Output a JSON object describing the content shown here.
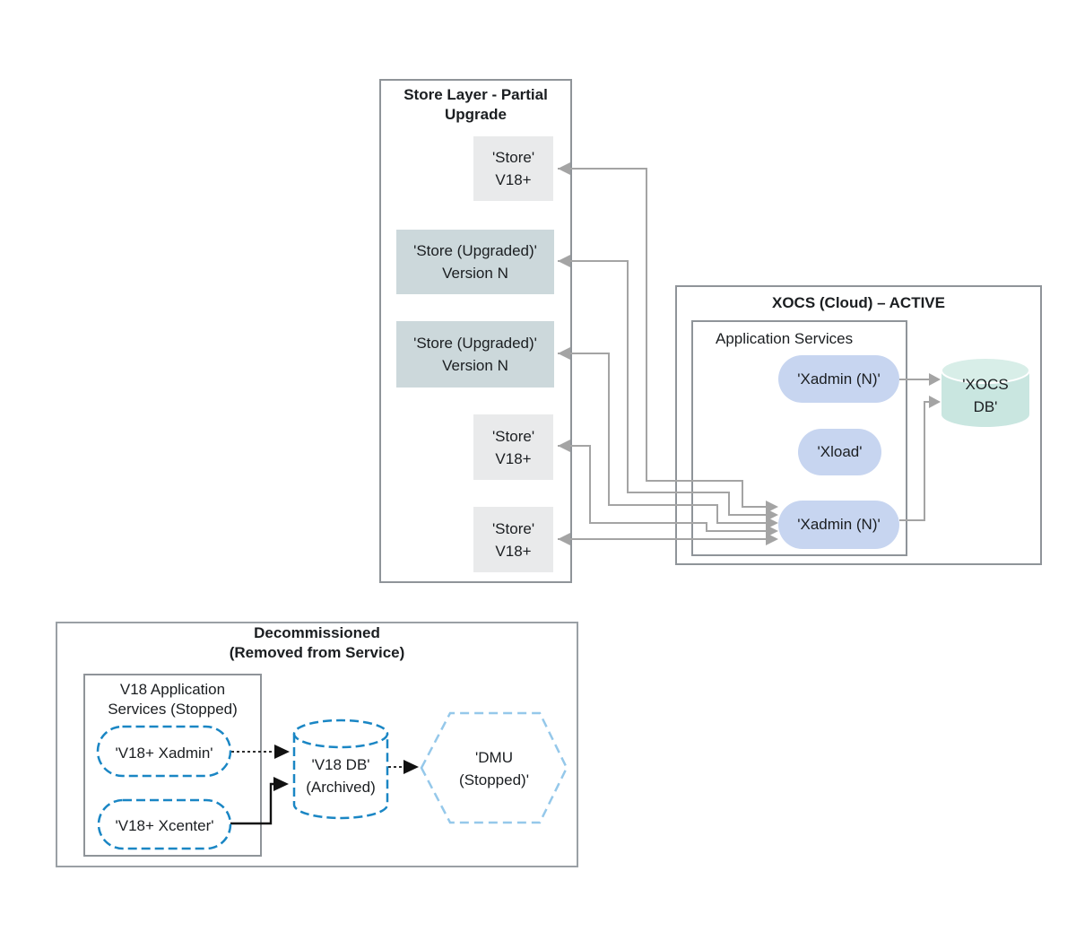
{
  "store_layer": {
    "title": [
      "Store Layer - Partial",
      "Upgrade"
    ],
    "boxes": [
      {
        "line1": "'Store'",
        "line2": "V18+"
      },
      {
        "line1": "'Store (Upgraded)'",
        "line2": "Version N"
      },
      {
        "line1": "'Store (Upgraded)'",
        "line2": "Version N"
      },
      {
        "line1": "'Store'",
        "line2": "V18+"
      },
      {
        "line1": "'Store'",
        "line2": "V18+"
      }
    ]
  },
  "xocs": {
    "title": "XOCS (Cloud) – ACTIVE",
    "app_services_label": "Application Services",
    "pills": [
      {
        "label": "'Xadmin (N)'"
      },
      {
        "label": "'Xload'"
      },
      {
        "label": "'Xadmin (N)'"
      }
    ],
    "db": {
      "line1": "'XOCS",
      "line2": "DB'"
    }
  },
  "decommissioned": {
    "title": [
      "Decommissioned",
      "(Removed from Service)"
    ],
    "inner_title": [
      "V18 Application",
      "Services (Stopped)"
    ],
    "pills": [
      {
        "label": "'V18+ Xadmin'"
      },
      {
        "label": "'V18+ Xcenter'"
      }
    ],
    "db": {
      "line1": "'V18 DB'",
      "line2": "(Archived)"
    },
    "dmu": {
      "line1": "'DMU",
      "line2": "(Stopped)'"
    }
  },
  "colors": {
    "connector_gray": "#a4a4a4",
    "border_gray": "#8f9499",
    "store_box_fill": "#e9eaeb",
    "upgraded_box_fill": "#ccd8db",
    "pill_fill": "#c7d5f0",
    "db_fill": "#c9e6e0",
    "db_top_fill": "#d8eee8",
    "dashed_blue": "#1a86c4",
    "dashed_light_blue": "#95c8ea",
    "arrow_black": "#111111",
    "text": "#1b1e21"
  }
}
